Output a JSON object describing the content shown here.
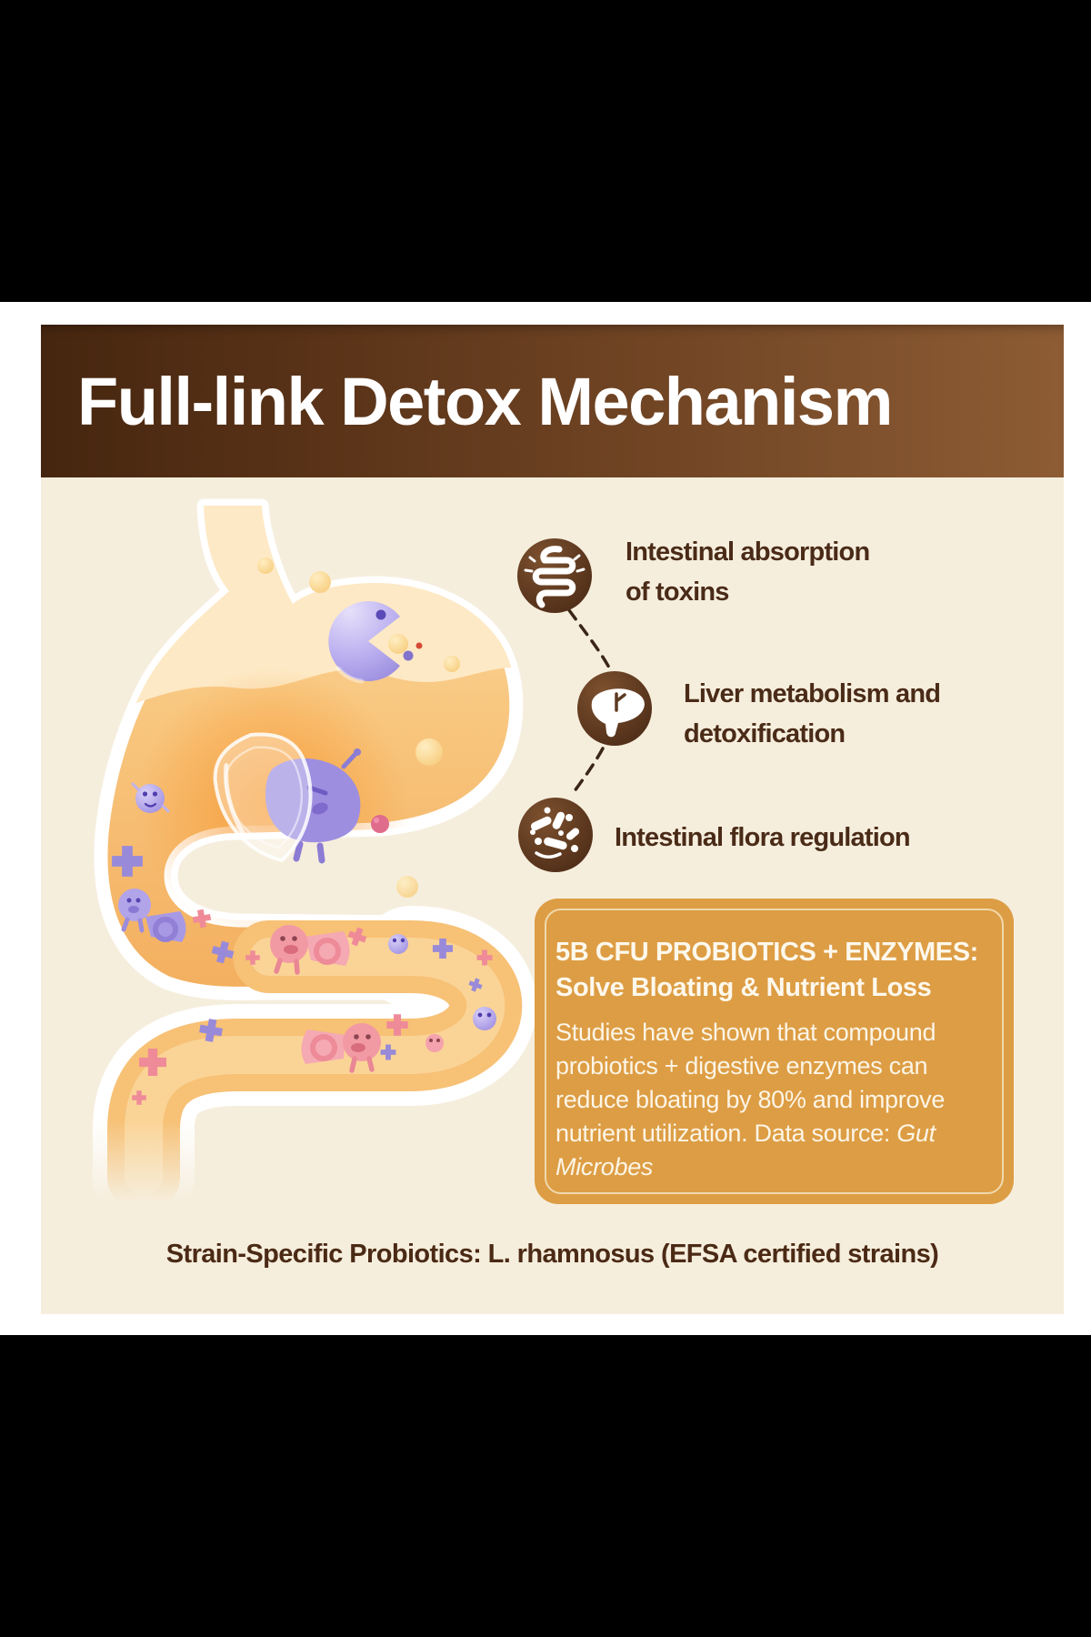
{
  "header": {
    "title": "Full-link Detox Mechanism",
    "bg_left": "#46260f",
    "bg_right": "#8d5c34",
    "text_color": "#ffffff"
  },
  "panel": {
    "bg": "#f6eedd",
    "card_bg": "#ffffff",
    "page_bg": "#000000"
  },
  "mechanism_items": [
    {
      "icon": "intestine-icon",
      "line1": "Intestinal absorption",
      "line2": "of toxins"
    },
    {
      "icon": "liver-icon",
      "line1": "Liver metabolism and",
      "line2": "detoxification"
    },
    {
      "icon": "flora-icon",
      "line1": "Intestinal flora regulation",
      "line2": ""
    }
  ],
  "claim_box": {
    "bg": "#dd9d44",
    "heading_line1": "5B CFU PROBIOTICS + ENZYMES:",
    "heading_line2": "Solve Bloating & Nutrient Loss",
    "body_prefix": "Studies have shown that compound probiotics + digestive enzymes can reduce bloating by 80% and improve nutrient utilization. Data source: ",
    "body_italic": "Gut Microbes"
  },
  "footnote": {
    "text": "Strain-Specific Probiotics: L. rhamnosus (EFSA certified strains)",
    "color": "#4b2a15"
  },
  "illustration": {
    "stomach_orange": "#f6bb6e",
    "stomach_light": "#fde9c5",
    "tube_orange": "#f7c176",
    "tube_core": "#fbd9a2",
    "outline_white": "#ffffff",
    "character_purple": "#a99ae2",
    "character_pink": "#f29aa4",
    "toxin_red": "#ef8b98",
    "icon_circle_brown": "#5d3a22",
    "label_brown": "#4a2b18"
  }
}
